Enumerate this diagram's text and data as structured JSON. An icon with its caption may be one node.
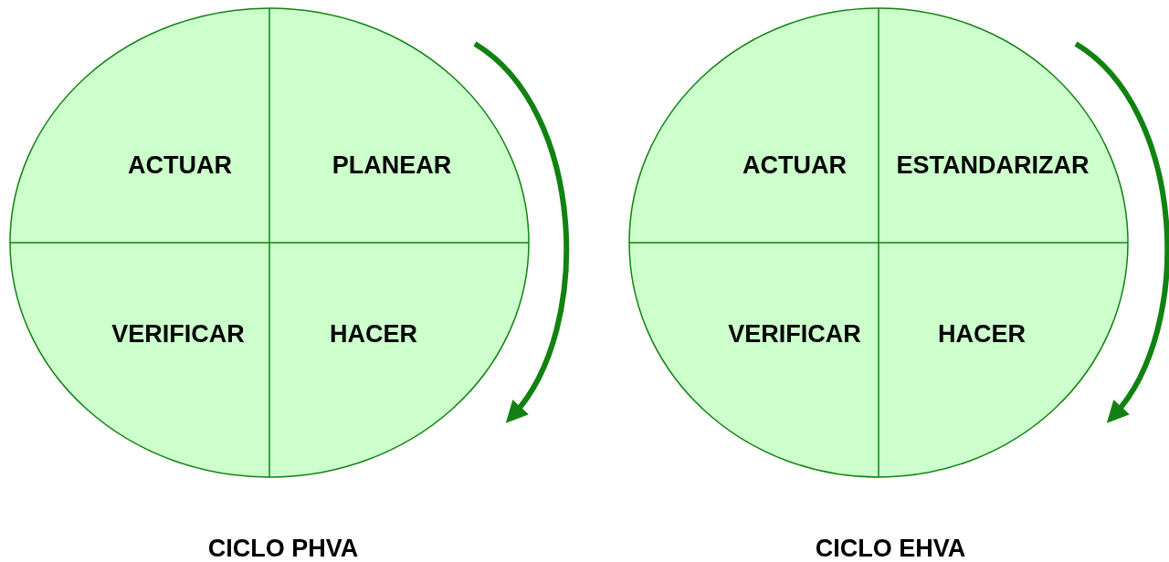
{
  "diagram": {
    "nodes": [
      {
        "text": [
          "ACTUAR",
          "PLANEAR",
          "VERIFICAR",
          "HACER"
        ],
        "beside": [
          "CICLO PHVA"
        ]
      },
      {
        "text": [
          "ACTUAR",
          "ESTANDARIZAR",
          "VERIFICAR",
          "HACER"
        ],
        "beside": [
          "CICLO EHVA"
        ]
      }
    ],
    "edges": []
  }
}
